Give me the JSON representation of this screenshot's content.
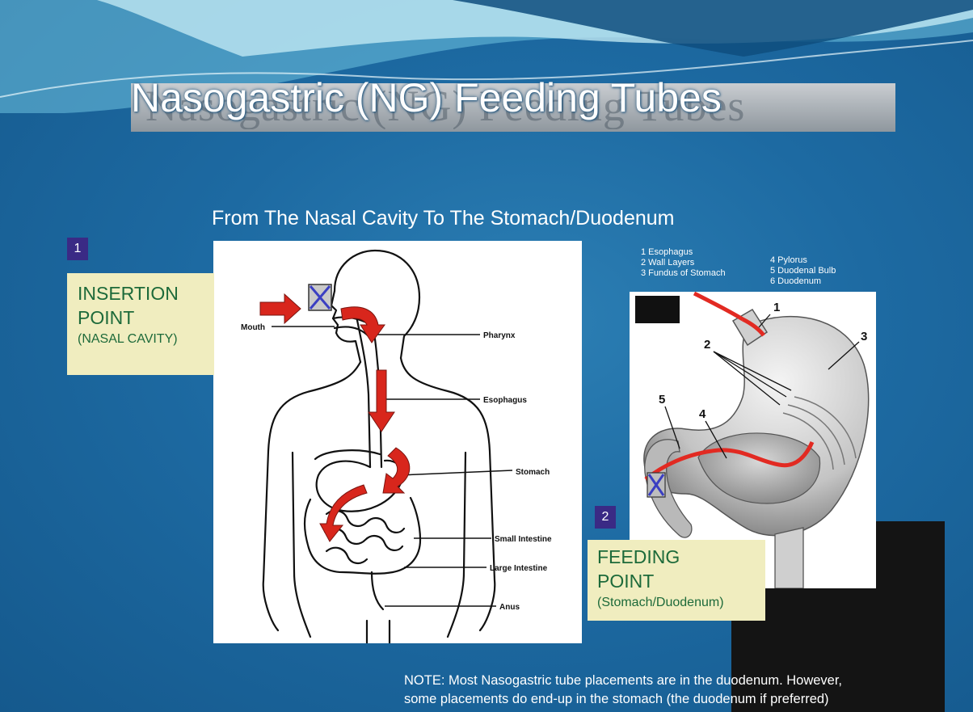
{
  "slide": {
    "title": "Nasogastric (NG) Feeding Tubes",
    "title_ghost": "Nasogastric (NG) Feeding Tubes",
    "subtitle": "From The Nasal Cavity To The Stomach/Duodenum"
  },
  "callouts": [
    {
      "number": "1",
      "line1": "INSERTION",
      "line2": "POINT",
      "line3": "(NASAL CAVITY)"
    },
    {
      "number": "2",
      "line1": "FEEDING",
      "line2": "POINT",
      "line3": "(Stomach/Duodenum)"
    }
  ],
  "body_diagram": {
    "labels": {
      "mouth": "Mouth",
      "pharynx": "Pharynx",
      "esophagus": "Esophagus",
      "stomach": "Stomach",
      "small_intestine": "Small Intestine",
      "large_intestine": "Large Intestine",
      "anus": "Anus"
    }
  },
  "stomach_diagram": {
    "legend_left": [
      "1 Esophagus",
      "2   Wall Layers",
      "3 Fundus of Stomach"
    ],
    "legend_right": [
      "4 Pylorus",
      "5 Duodenal Bulb",
      "6 Duodenum"
    ],
    "numbers": [
      "1",
      "2",
      "3",
      "4",
      "5"
    ]
  },
  "note": {
    "line1": "NOTE: Most Nasogastric tube placements are in the duodenum. However,",
    "line2": "some placements do end-up in the stomach (the duodenum if preferred)"
  },
  "colors": {
    "background": "#1d6aa2",
    "callout_bg": "#f0edbf",
    "callout_text": "#1d6a3a",
    "badge": "#3a2a85",
    "arrow_red": "#d8261c"
  }
}
